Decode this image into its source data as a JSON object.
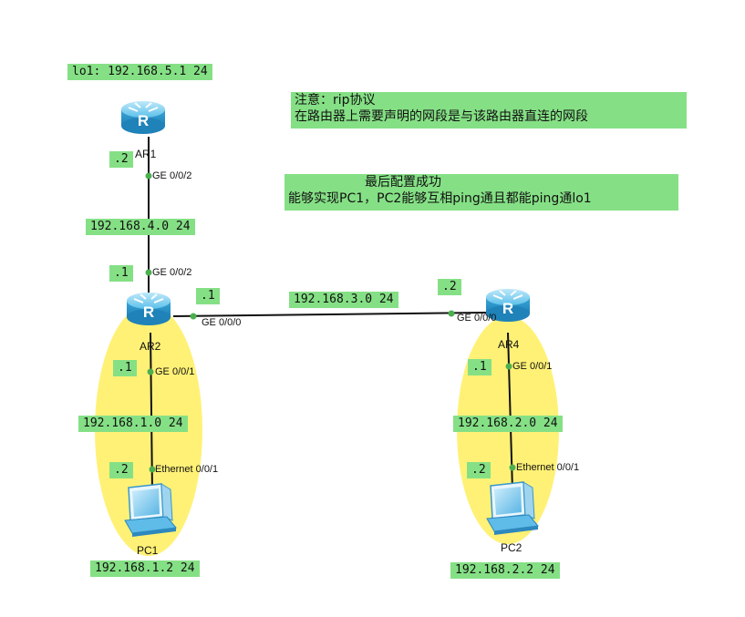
{
  "notes": {
    "rip_line1": "注意：rip协议",
    "rip_line2": "在路由器上需要声明的网段是与该路由器直连的网段",
    "success_line1": "最后配置成功",
    "success_line2": "能够实现PC1，PC2能够互相ping通且都能ping通lo1"
  },
  "devices": {
    "ar1": "AR1",
    "ar2": "AR2",
    "ar4": "AR4",
    "pc1": "PC1",
    "pc2": "PC2"
  },
  "networks": {
    "lo1": "lo1: 192.168.5.1 24",
    "net_4": "192.168.4.0 24",
    "net_3": "192.168.3.0 24",
    "net_1": "192.168.1.0 24",
    "net_2": "192.168.2.0 24",
    "pc1_ip": "192.168.1.2 24",
    "pc2_ip": "192.168.2.2 24"
  },
  "host_ids": {
    "ar1_ge002": ".2",
    "ar2_ge002": ".1",
    "ar2_ge000": ".1",
    "ar4_ge000": ".2",
    "ar2_ge001": ".1",
    "pc1_eth": ".2",
    "ar4_ge001": ".1",
    "pc2_eth": ".2"
  },
  "ports": {
    "ar1_ge002": "GE 0/0/2",
    "ar2_ge002": "GE 0/0/2",
    "ar2_ge000": "GE 0/0/0",
    "ar4_ge000": "GE 0/0/0",
    "ar2_ge001": "GE 0/0/1",
    "ar4_ge001": "GE 0/0/1",
    "pc1_eth": "Ethernet 0/0/1",
    "pc2_eth": "Ethernet 0/0/1"
  },
  "colors": {
    "label_bg": "#85e085",
    "highlight_ellipse": "#fff176",
    "link": "#111111",
    "port_dot": "#4caf50",
    "router_blue": "#4fb3e0"
  }
}
